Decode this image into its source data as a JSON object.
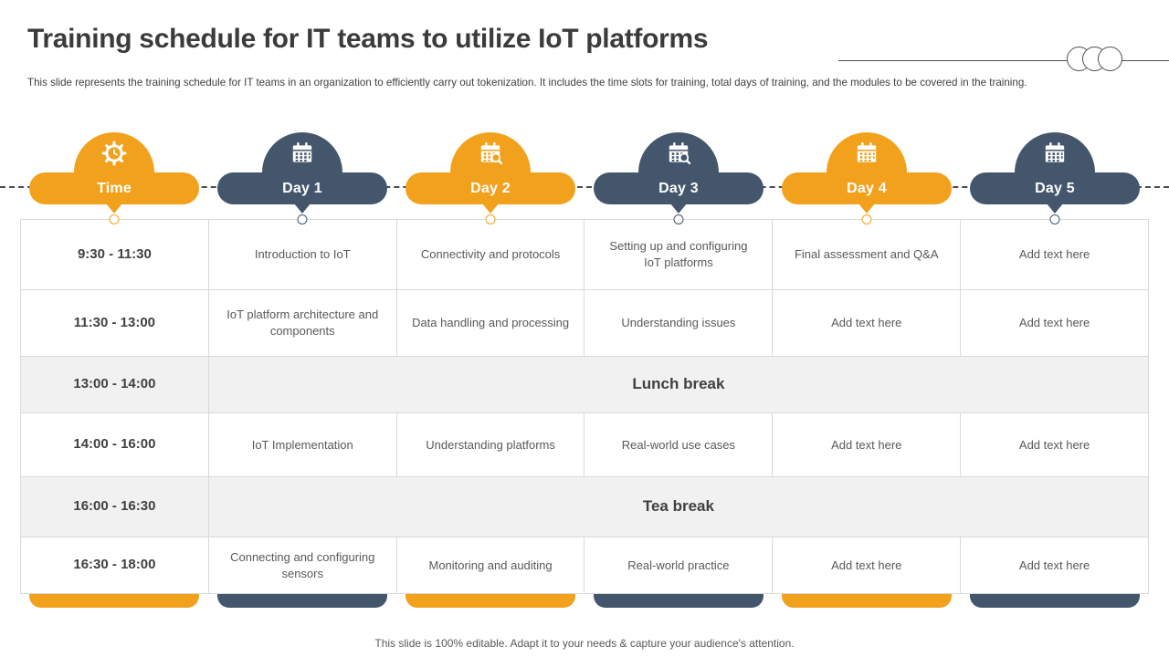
{
  "slide": {
    "title": "Training schedule for IT teams to utilize IoT platforms",
    "subtitle": "This slide represents the training schedule for IT teams in an organization to efficiently carry out tokenization. It includes the time slots for training, total days of training, and the modules to be covered in the training.",
    "footer": "This slide is 100% editable. Adapt it to your needs & capture your audience's attention."
  },
  "colors": {
    "orange": "#F2A11D",
    "navy": "#44566C",
    "table_border": "#D9D9D9",
    "break_row_bg": "#F1F1F1",
    "heading_text": "#3B3B3B",
    "cell_text": "#595959"
  },
  "columns": [
    {
      "label": "Time",
      "color": "orange",
      "icon": "gear-clock-icon"
    },
    {
      "label": "Day 1",
      "color": "navy",
      "icon": "calendar-icon"
    },
    {
      "label": "Day 2",
      "color": "orange",
      "icon": "calendar-magnifier-icon"
    },
    {
      "label": "Day 3",
      "color": "navy",
      "icon": "calendar-magnifier-icon"
    },
    {
      "label": "Day 4",
      "color": "orange",
      "icon": "calendar-icon"
    },
    {
      "label": "Day 5",
      "color": "navy",
      "icon": "calendar-icon"
    }
  ],
  "table": {
    "rows": [
      {
        "type": "normal",
        "time": "9:30 - 11:30",
        "cells": [
          "Introduction to IoT",
          "Connectivity and protocols",
          "Setting up and configuring IoT platforms",
          "Final assessment and Q&A",
          "Add text here"
        ]
      },
      {
        "type": "normal",
        "time": "11:30 - 13:00",
        "cells": [
          "IoT platform architecture and components",
          "Data handling and processing",
          "Understanding issues",
          "Add text here",
          "Add text here"
        ]
      },
      {
        "type": "break",
        "time": "13:00 - 14:00",
        "label": "Lunch break"
      },
      {
        "type": "normal",
        "time": "14:00 - 16:00",
        "cells": [
          "IoT Implementation",
          "Understanding platforms",
          "Real-world use cases",
          "Add text here",
          "Add text here"
        ]
      },
      {
        "type": "break",
        "time": "16:00 - 16:30",
        "label": "Tea break"
      },
      {
        "type": "normal",
        "time": "16:30 - 18:00",
        "cells": [
          "Connecting and configuring sensors",
          "Monitoring and auditing",
          "Real-world practice",
          "Add text here",
          "Add text here"
        ]
      }
    ]
  }
}
